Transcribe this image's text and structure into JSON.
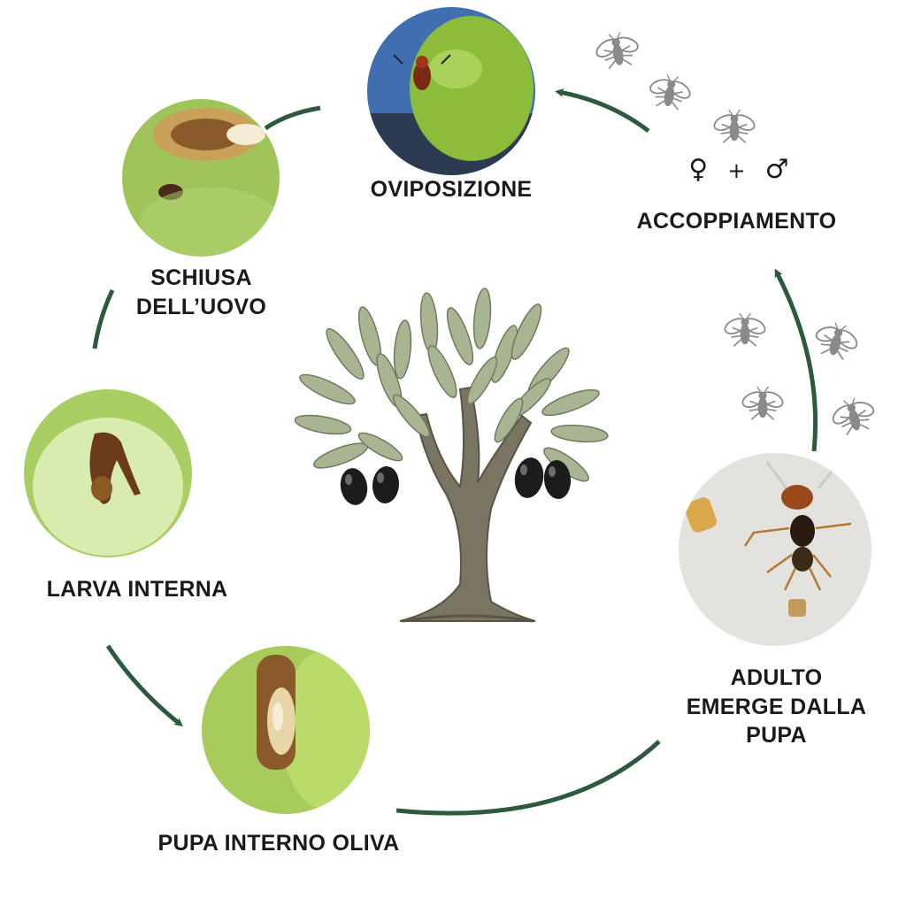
{
  "title": "",
  "colors": {
    "arrow": "#2d5a3d",
    "text": "#1a1a1a",
    "fly": "#8a8a8a"
  },
  "stages": {
    "oviposition": {
      "label": "OVIPOSIZIONE",
      "icon": "olive-with-fly-photo"
    },
    "egg_hatch": {
      "label_lines": [
        "SCHIUSA",
        "DELL’UOVO"
      ],
      "icon": "damaged-olive-photo"
    },
    "larva": {
      "label": "LARVA INTERNA",
      "icon": "olive-cross-section-larva-photo"
    },
    "pupa": {
      "label": "PUPA INTERNO OLIVA",
      "icon": "olive-with-pupa-photo"
    },
    "adult": {
      "label_lines": [
        "ADULTO",
        "EMERGE DALLA",
        "PUPA"
      ],
      "icon": "adult-fly-photo"
    },
    "mating": {
      "label": "ACCOPPIAMENTO",
      "symbols": {
        "female": "♀",
        "plus": "+",
        "male": "♂"
      },
      "icon": "fly-icon"
    }
  },
  "center": {
    "icon": "olive-tree-illustration"
  }
}
